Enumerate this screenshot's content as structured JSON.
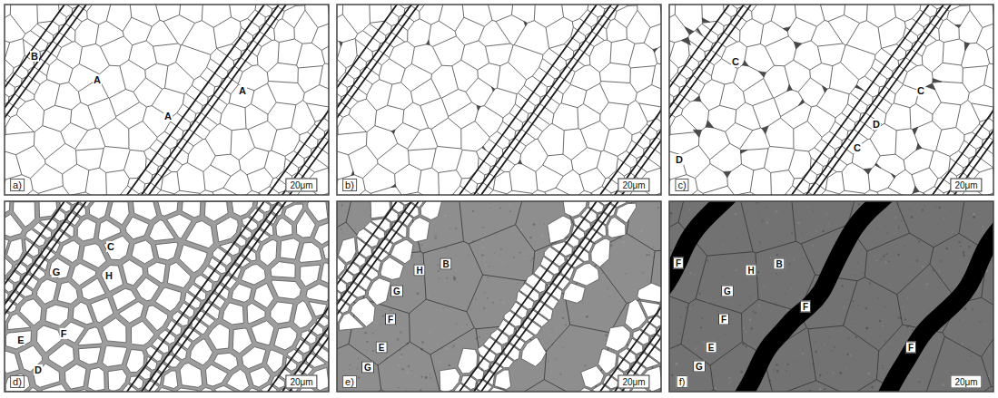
{
  "diagram": {
    "labels": [
      "B",
      "A",
      "A",
      "A",
      "a)",
      "20μm",
      "b)",
      "20μm",
      "C",
      "C",
      "D",
      "C",
      "D",
      "c)",
      "20μm",
      "C",
      "G",
      "H",
      "E",
      "F",
      "D",
      "d)",
      "20μm",
      "B",
      "H",
      "G",
      "F",
      "E",
      "G",
      "e)",
      "20μm",
      "F",
      "B",
      "H",
      "G",
      "F",
      "E",
      "G",
      "F",
      "F",
      "f)",
      "20μm"
    ]
  }
}
